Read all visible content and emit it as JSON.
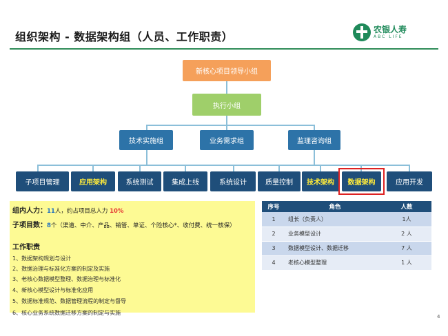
{
  "header": {
    "title": "组织架构 - 数据架构组（人员、工作职责）",
    "logo_cn": "农银人寿",
    "logo_en": "ABC LIFE"
  },
  "org": {
    "leader": "新核心项目领导小组",
    "exec": "执行小组",
    "groups": [
      "技术实施组",
      "业务需求组",
      "监理咨询组"
    ],
    "teams": [
      "子项目管理",
      "应用架构",
      "系统测试",
      "集成上线",
      "系统设计",
      "质量控制",
      "技术架构",
      "数据架构",
      "应用开发"
    ]
  },
  "info": {
    "staff_label": "组内人力：",
    "staff_value": "11",
    "staff_mid": "人，约占项目总人力",
    "staff_pct": "10%",
    "projects_label": "子项目数：",
    "projects_value": "8",
    "projects_detail": "个（渠道、中介、产品、销管、单证、个险核心*、收付费、统一核保）",
    "duties_title": "工作职责",
    "duties": [
      "1、数据架构规划与设计",
      "2、数据治理与标准化方案的制定及实施",
      "3、老核心数据模型整理、数据治理与标准化",
      "4、新核心模型设计与标准化应用",
      "5、数据标准规范、数据管理流程的制定与督导",
      "6、核心业务系统数据迁移方案的制定与实施"
    ]
  },
  "table": {
    "headers": [
      "序号",
      "角色",
      "人数"
    ],
    "rows": [
      {
        "idx": "1",
        "role": "组长（负责人）",
        "count": "1人"
      },
      {
        "idx": "2",
        "role": "业务模型设计",
        "count": "2 人"
      },
      {
        "idx": "3",
        "role": "数据模型设计、数据迁移",
        "count": "7 人"
      },
      {
        "idx": "4",
        "role": "老核心模型整理",
        "count": "1 人"
      }
    ]
  },
  "footer": {
    "page": "4"
  },
  "colors": {
    "accent_green": "#2e8b57",
    "navy": "#1f4e7a",
    "highlight_red": "#dd2222"
  }
}
